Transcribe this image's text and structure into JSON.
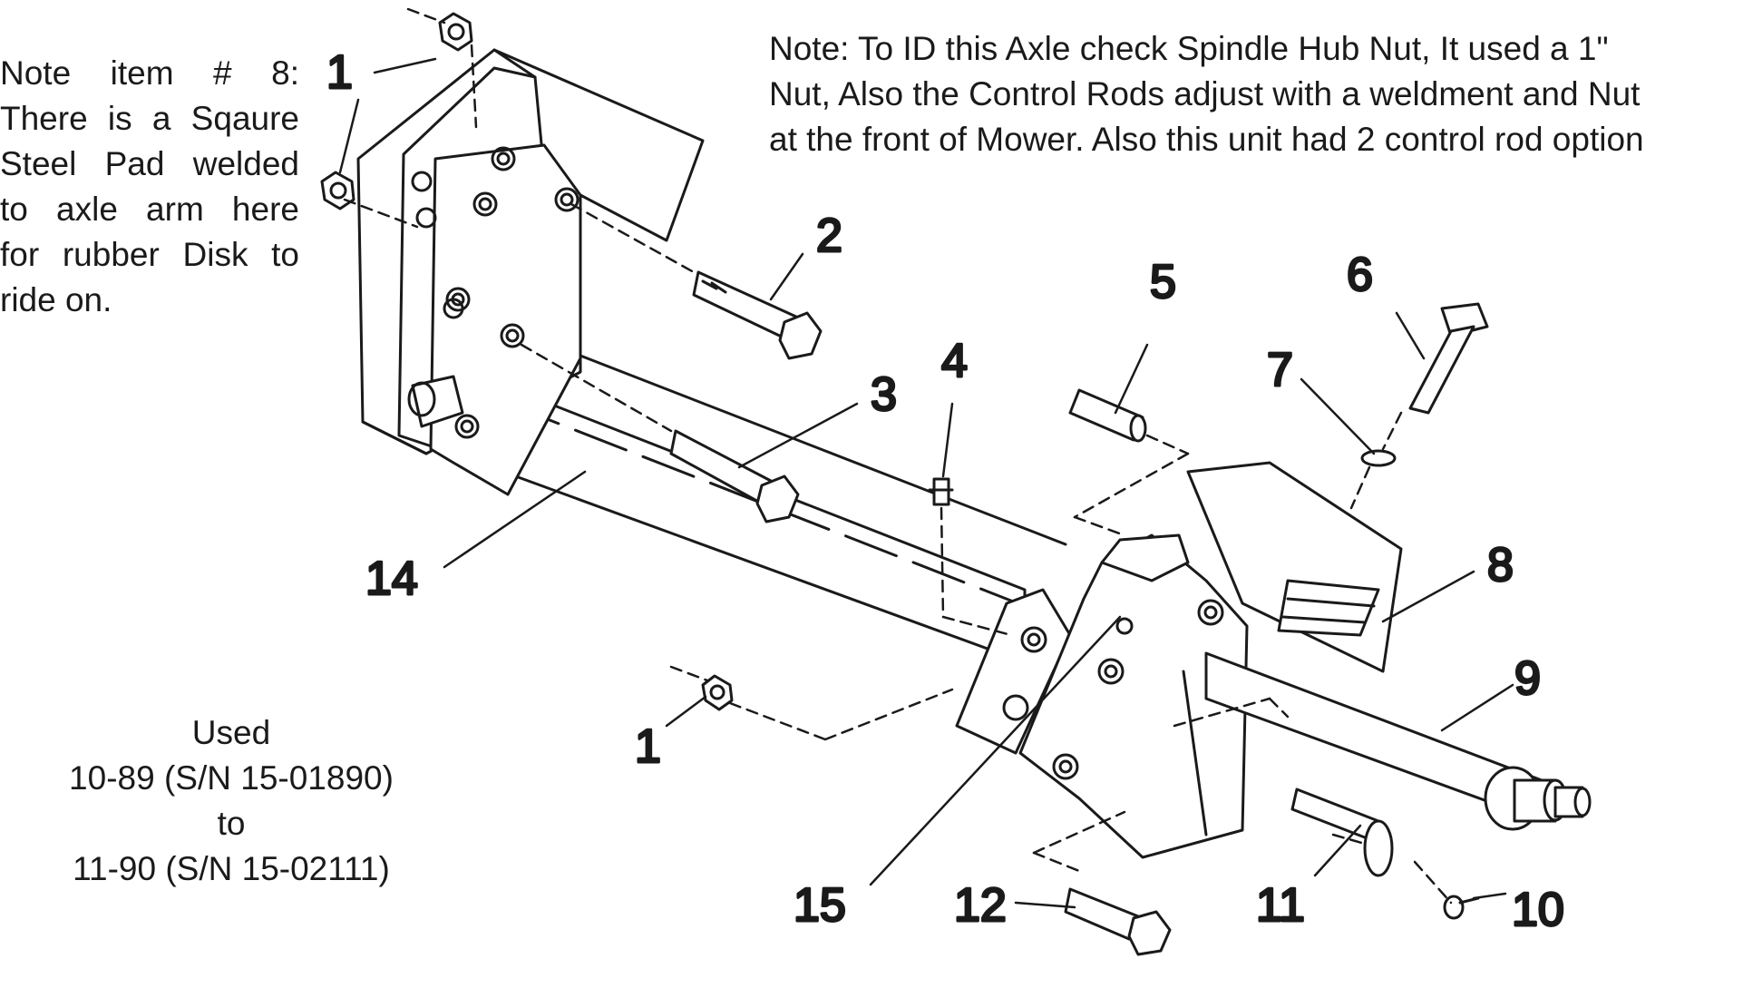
{
  "notes": {
    "item8_lines": [
      "Note item # 8:",
      "There is a Sqaure",
      "Steel Pad welded",
      "to axle arm here",
      "for rubber Disk to",
      "ride on."
    ],
    "id_lines": [
      "Note: To ID this Axle check Spindle Hub Nut, It used a 1\"",
      "Nut, Also the Control Rods adjust with a weldment and Nut",
      "at the front of Mower. Also this unit had 2 control rod option"
    ]
  },
  "usage_lines": [
    "Used",
    "10-89 (S/N 15-01890)",
    "to",
    "11-90  (S/N 15-02111)"
  ],
  "callouts": {
    "c1a": "1",
    "c1b": "1",
    "c2": "2",
    "c3": "3",
    "c4": "4",
    "c5": "5",
    "c6": "6",
    "c7": "7",
    "c8": "8",
    "c9": "9",
    "c10": "10",
    "c11": "11",
    "c12": "12",
    "c14": "14",
    "c15": "15"
  }
}
